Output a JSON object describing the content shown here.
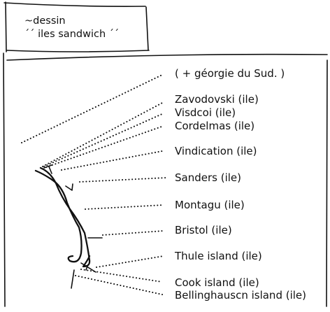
{
  "title": {
    "line1": "~dessin",
    "line2": "´´ iles sandwich ´´"
  },
  "labels": {
    "georgie": "( + géorgie du Sud. )",
    "zavodovski": "Zavodovski (ile)",
    "visdcoi": "Visdcoi (ile)",
    "cordelmas": "Cordelmas (ile)",
    "vindication": "Vindication (ile)",
    "sanders": "Sanders (ile)",
    "montagu": "Montagu (ile)",
    "bristol": "Bristol (ile)",
    "thule": "Thule island (ile)",
    "cook": "Cook island (ile)",
    "bellinghausen": "Bellinghauscn island (ile)"
  }
}
